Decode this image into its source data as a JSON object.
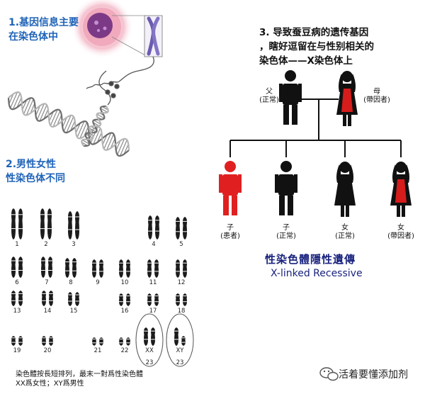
{
  "captions": {
    "gene_info_l1": "1.基因信息主要",
    "gene_info_l2": "在染色体中",
    "sex_diff_l1": "2.男性女性",
    "sex_diff_l2": "性染色体不同",
    "inherit_l1": "3. 导致蚕豆病的遗传基因",
    "inherit_l2": "，瞎好逗留在与性别相关的",
    "inherit_l3": "染色体——X染色体上"
  },
  "pedigree": {
    "father_l1": "父",
    "father_l2": "(正常)",
    "mother_l1": "母",
    "mother_l2": "(帶因者)",
    "children": [
      {
        "l1": "子",
        "l2": "(患者)",
        "color": "#e02020"
      },
      {
        "l1": "子",
        "l2": "(正常)",
        "color": "#111111"
      },
      {
        "l1": "女",
        "l2": "(正常)",
        "color": "#111111"
      },
      {
        "l1": "女",
        "l2": "(帶因者)",
        "color": "#111111"
      }
    ]
  },
  "legend": {
    "cn": "性染色體隱性遺傳",
    "en": "X-linked Recessive"
  },
  "karyotype": {
    "row1": [
      "1",
      "2",
      "3",
      "4",
      "5"
    ],
    "row2": [
      "6",
      "7",
      "8",
      "9",
      "10",
      "11",
      "12"
    ],
    "row3": [
      "13",
      "14",
      "15",
      "16",
      "17",
      "18"
    ],
    "row4": [
      "19",
      "20",
      "21",
      "22",
      "XX",
      "XY"
    ],
    "row4_sub": [
      "23",
      "23"
    ],
    "footnote_l1": "染色體按長短排列，最末一對爲性染色體",
    "footnote_l2": "XX爲女性；XY爲男性"
  },
  "watermark": "活着要懂添加剂",
  "colors": {
    "caption_blue": "#1f63b8",
    "affected_red": "#e02020",
    "legend_navy": "#1a237e"
  }
}
